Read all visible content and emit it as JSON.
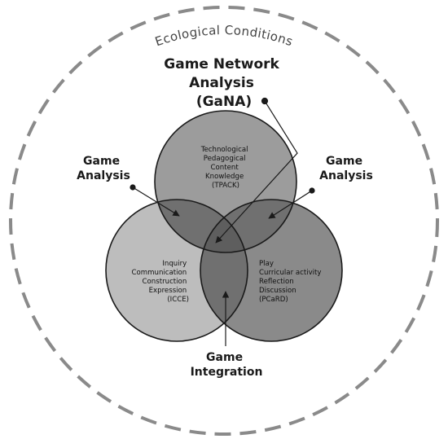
{
  "outer_boundary": {
    "label": "Ecological Conditions",
    "stroke_color": "#8a8a8a"
  },
  "title": {
    "lines": [
      "Game Network",
      "Analysis",
      "(GaNA)"
    ]
  },
  "callouts": {
    "game_analysis_left": [
      "Game",
      "Analysis"
    ],
    "game_analysis_right": [
      "Game",
      "Analysis"
    ],
    "game_integration": [
      "Game",
      "Integration"
    ]
  },
  "circles": {
    "tpack": {
      "lines": [
        "Technological",
        "Pedagogical",
        "Content",
        "Knowledge",
        "(TPACK)"
      ],
      "fill": "#9c9c9c"
    },
    "icce": {
      "lines": [
        "Inquiry",
        "Communication",
        "Construction",
        "Expression",
        "(ICCE)"
      ],
      "fill": "#bdbdbd"
    },
    "pcard": {
      "lines": [
        "Play",
        "Curricular activity",
        "Reflection",
        "Discussion",
        "(PCaRD)"
      ],
      "fill": "#8a8a8a"
    }
  },
  "colors": {
    "overlap": "#707070",
    "center": "#5e5e5e",
    "outline": "#1a1a1a"
  }
}
